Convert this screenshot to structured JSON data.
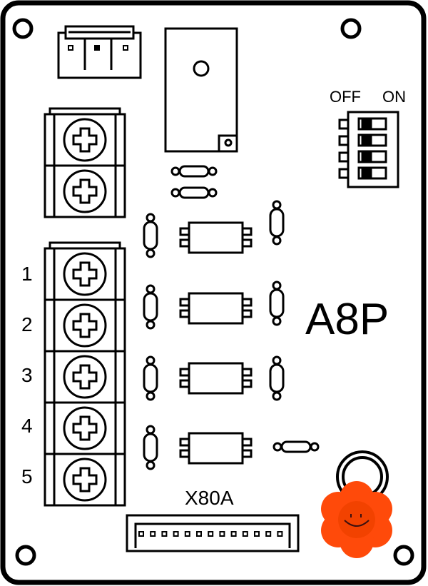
{
  "board": {
    "label": "A8P",
    "connector_label": "X80A",
    "dip_switch": {
      "off_label": "OFF",
      "on_label": "ON",
      "positions": [
        "OFF",
        "OFF",
        "OFF",
        "OFF"
      ]
    },
    "terminal_numbers": [
      "1",
      "2",
      "3",
      "4",
      "5"
    ]
  },
  "colors": {
    "line": "#000000",
    "background": "#ffffff",
    "sticker": "#ff4a0a"
  }
}
